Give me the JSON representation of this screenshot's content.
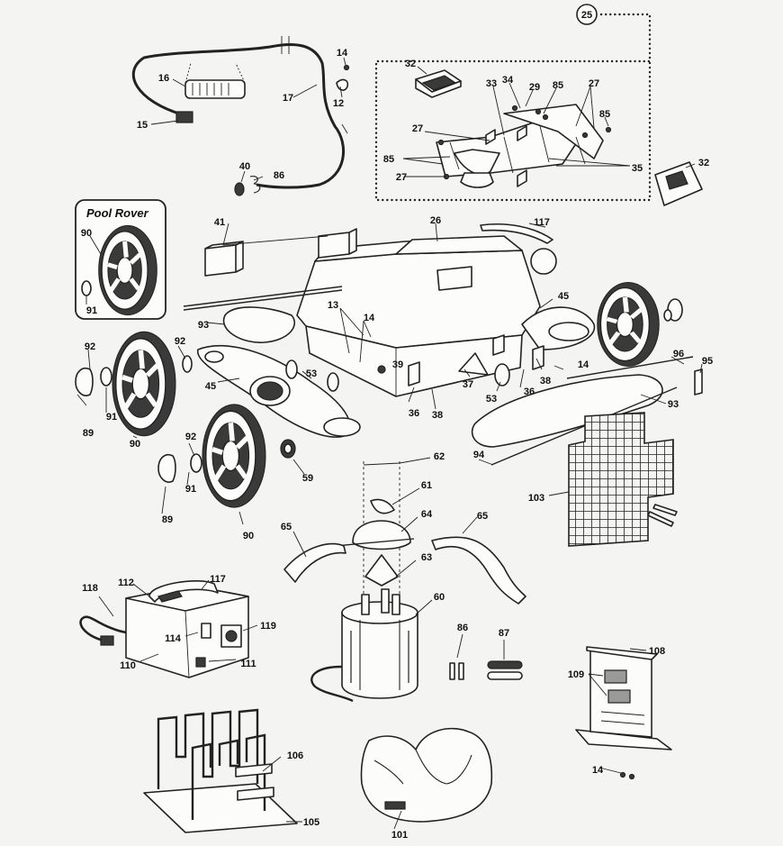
{
  "inset_title": "Pool Rover",
  "parts": [
    {
      "id": "p25",
      "text": "25"
    },
    {
      "id": "p14a",
      "text": "14"
    },
    {
      "id": "p16",
      "text": "16"
    },
    {
      "id": "p17",
      "text": "17"
    },
    {
      "id": "p12",
      "text": "12"
    },
    {
      "id": "p15",
      "text": "15"
    },
    {
      "id": "p40",
      "text": "40"
    },
    {
      "id": "p86a",
      "text": "86"
    },
    {
      "id": "p32a",
      "text": "32"
    },
    {
      "id": "p33",
      "text": "33"
    },
    {
      "id": "p34",
      "text": "34"
    },
    {
      "id": "p29",
      "text": "29"
    },
    {
      "id": "p85a",
      "text": "85"
    },
    {
      "id": "p27a",
      "text": "27"
    },
    {
      "id": "p85b",
      "text": "85"
    },
    {
      "id": "p27b",
      "text": "27"
    },
    {
      "id": "p85c",
      "text": "85"
    },
    {
      "id": "p27c",
      "text": "27"
    },
    {
      "id": "p35",
      "text": "35"
    },
    {
      "id": "p32b",
      "text": "32"
    },
    {
      "id": "p41",
      "text": "41"
    },
    {
      "id": "p26",
      "text": "26"
    },
    {
      "id": "p117a",
      "text": "117"
    },
    {
      "id": "p90a",
      "text": "90"
    },
    {
      "id": "p91a",
      "text": "91"
    },
    {
      "id": "p93a",
      "text": "93"
    },
    {
      "id": "p13",
      "text": "13"
    },
    {
      "id": "p14b",
      "text": "14"
    },
    {
      "id": "p45a",
      "text": "45"
    },
    {
      "id": "p92a",
      "text": "92"
    },
    {
      "id": "p92b",
      "text": "92"
    },
    {
      "id": "p39",
      "text": "39"
    },
    {
      "id": "p53a",
      "text": "53"
    },
    {
      "id": "p45b",
      "text": "45"
    },
    {
      "id": "p96",
      "text": "96"
    },
    {
      "id": "p95",
      "text": "95"
    },
    {
      "id": "p14c",
      "text": "14"
    },
    {
      "id": "p38a",
      "text": "38"
    },
    {
      "id": "p36a",
      "text": "36"
    },
    {
      "id": "p37",
      "text": "37"
    },
    {
      "id": "p53b",
      "text": "53"
    },
    {
      "id": "p93b",
      "text": "93"
    },
    {
      "id": "p36b",
      "text": "36"
    },
    {
      "id": "p38b",
      "text": "38"
    },
    {
      "id": "p89a",
      "text": "89"
    },
    {
      "id": "p91b",
      "text": "91"
    },
    {
      "id": "p90b",
      "text": "90"
    },
    {
      "id": "p92c",
      "text": "92"
    },
    {
      "id": "p91c",
      "text": "91"
    },
    {
      "id": "p59",
      "text": "59"
    },
    {
      "id": "p62",
      "text": "62"
    },
    {
      "id": "p94",
      "text": "94"
    },
    {
      "id": "p61",
      "text": "61"
    },
    {
      "id": "p103",
      "text": "103"
    },
    {
      "id": "p89b",
      "text": "89"
    },
    {
      "id": "p64",
      "text": "64"
    },
    {
      "id": "p65a",
      "text": "65"
    },
    {
      "id": "p65b",
      "text": "65"
    },
    {
      "id": "p90c",
      "text": "90"
    },
    {
      "id": "p63",
      "text": "63"
    },
    {
      "id": "p112",
      "text": "112"
    },
    {
      "id": "p117b",
      "text": "117"
    },
    {
      "id": "p118",
      "text": "118"
    },
    {
      "id": "p60",
      "text": "60"
    },
    {
      "id": "p119",
      "text": "119"
    },
    {
      "id": "p114",
      "text": "114"
    },
    {
      "id": "p86b",
      "text": "86"
    },
    {
      "id": "p87",
      "text": "87"
    },
    {
      "id": "p110",
      "text": "110"
    },
    {
      "id": "p111",
      "text": "111"
    },
    {
      "id": "p108",
      "text": "108"
    },
    {
      "id": "p109",
      "text": "109"
    },
    {
      "id": "p106",
      "text": "106"
    },
    {
      "id": "p14d",
      "text": "14"
    },
    {
      "id": "p105",
      "text": "105"
    },
    {
      "id": "p101",
      "text": "101"
    }
  ]
}
